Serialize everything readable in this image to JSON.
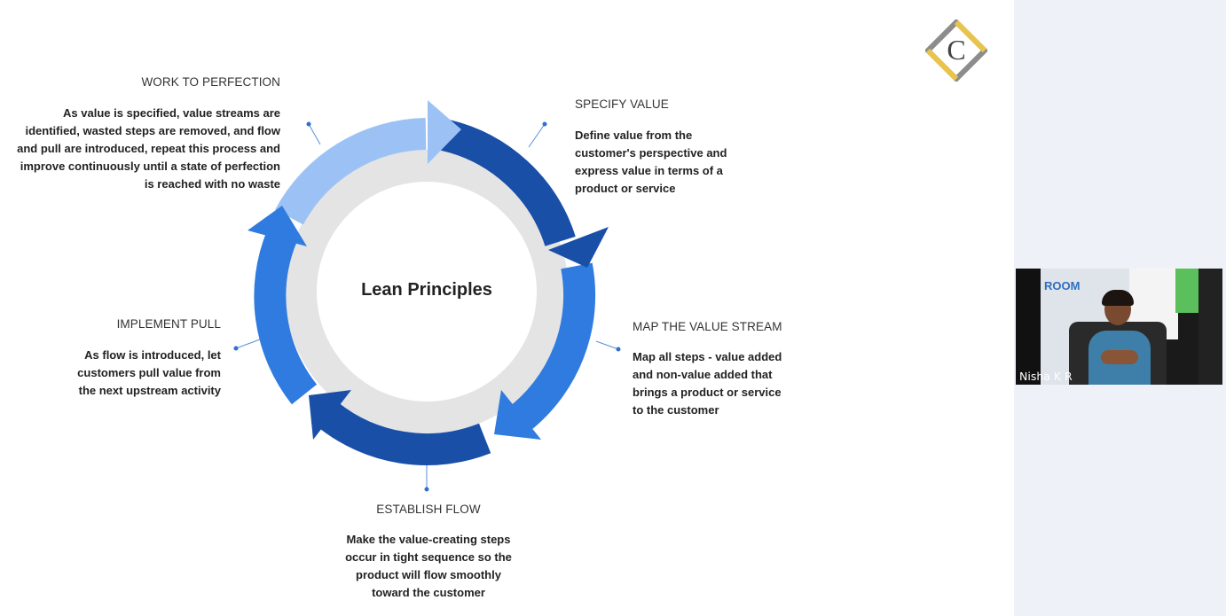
{
  "slide": {
    "center_title": "Lean Principles",
    "steps": [
      {
        "heading": "SPECIFY VALUE",
        "lines": [
          "Define value from the",
          "customer's perspective and",
          "express value in terms of a",
          "product or service"
        ]
      },
      {
        "heading": "MAP THE VALUE STREAM",
        "lines": [
          "Map all steps - value added",
          "and non-value added that",
          "brings a product or service",
          "to the customer"
        ]
      },
      {
        "heading": "ESTABLISH FLOW",
        "lines": [
          "Make the value-creating steps",
          "occur in tight sequence so the",
          "product will flow smoothly",
          "toward the customer"
        ]
      },
      {
        "heading": "IMPLEMENT PULL",
        "lines": [
          "As flow is introduced, let",
          "customers pull value from",
          "the next upstream activity"
        ]
      },
      {
        "heading": "WORK TO PERFECTION",
        "lines": [
          "As value is specified, value streams are",
          "identified, wasted steps are removed, and flow",
          "and pull are introduced, repeat this process and",
          "improve continuously until a state of perfection",
          "is reached with no waste"
        ]
      }
    ],
    "logo_letter": "C"
  },
  "video": {
    "participant_name": "Nisha K R",
    "background_sign": "ROOM"
  },
  "colors": {
    "ring_dark": "#1a4fa8",
    "ring_medium": "#2f7be0",
    "ring_light": "#9cc2f5",
    "inner_gray": "#e4e4e4",
    "logo_gold": "#e8c44a",
    "logo_gray": "#8c8c8c",
    "side_panel": "#eef2f8"
  }
}
